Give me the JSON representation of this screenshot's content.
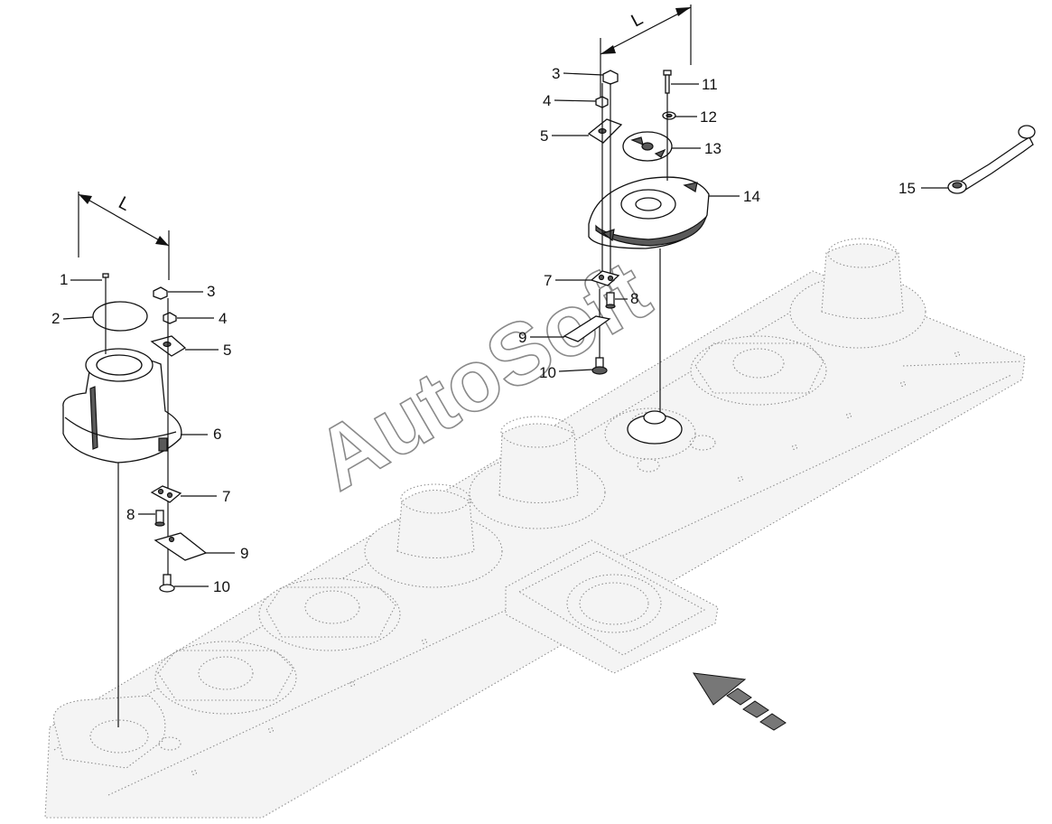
{
  "dimension_label": "L",
  "watermark": "AutoSoft",
  "callouts_left": [
    {
      "id": "1",
      "label": "1"
    },
    {
      "id": "2",
      "label": "2"
    },
    {
      "id": "3",
      "label": "3"
    },
    {
      "id": "4",
      "label": "4"
    },
    {
      "id": "5",
      "label": "5"
    },
    {
      "id": "6",
      "label": "6"
    },
    {
      "id": "7",
      "label": "7"
    },
    {
      "id": "8",
      "label": "8"
    },
    {
      "id": "9",
      "label": "9"
    },
    {
      "id": "10",
      "label": "10"
    }
  ],
  "callouts_right": [
    {
      "id": "3",
      "label": "3"
    },
    {
      "id": "4",
      "label": "4"
    },
    {
      "id": "5",
      "label": "5"
    },
    {
      "id": "7",
      "label": "7"
    },
    {
      "id": "8",
      "label": "8"
    },
    {
      "id": "9",
      "label": "9"
    },
    {
      "id": "10",
      "label": "10"
    },
    {
      "id": "11",
      "label": "11"
    },
    {
      "id": "12",
      "label": "12"
    },
    {
      "id": "13",
      "label": "13"
    },
    {
      "id": "14",
      "label": "14"
    },
    {
      "id": "15",
      "label": "15"
    }
  ],
  "icons": [
    "direction-arrow-icon",
    "wrench-icon"
  ]
}
